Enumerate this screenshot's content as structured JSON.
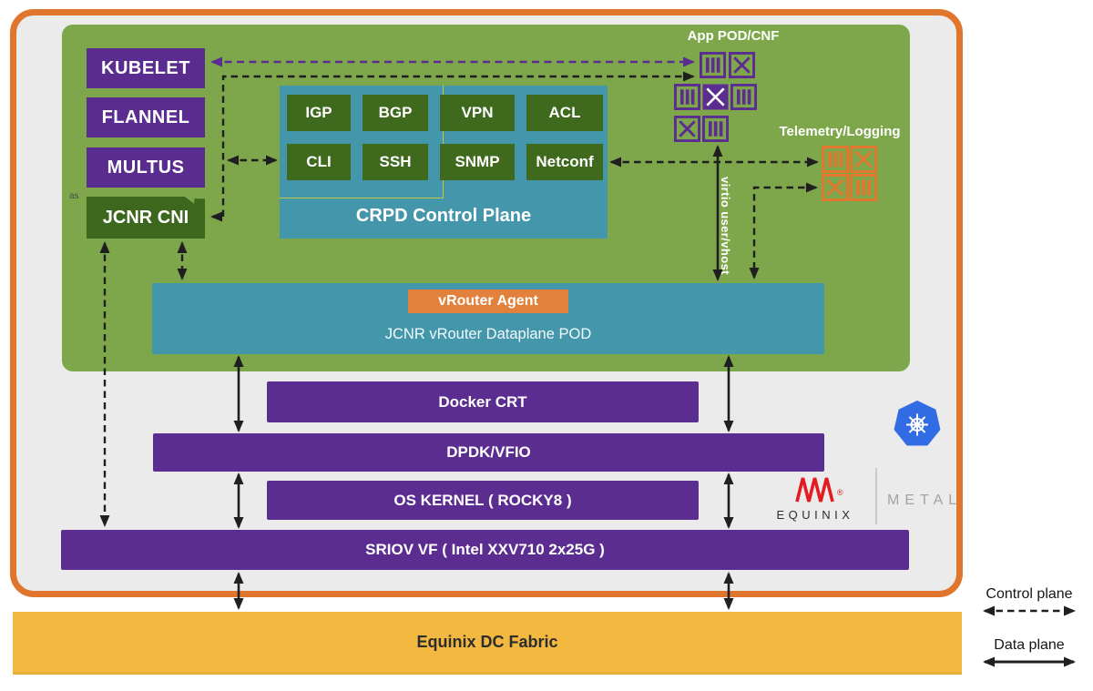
{
  "node": {
    "left_stack": [
      "KUBELET",
      "FLANNEL",
      "MULTUS",
      "JCNR CNI"
    ],
    "as_note": "as",
    "crpd": {
      "title": "CRPD Control Plane",
      "row1": [
        "IGP",
        "BGP",
        "VPN",
        "ACL"
      ],
      "row2": [
        "CLI",
        "SSH",
        "SNMP",
        "Netconf"
      ]
    },
    "app_pod_label": "App POD/CNF",
    "telemetry_label": "Telemetry/Logging",
    "virtio_label": "virtio user/vhost",
    "vrouter": {
      "agent_label": "vRouter Agent",
      "pod_label": "JCNR vRouter Dataplane POD"
    }
  },
  "host": {
    "bars": [
      "Docker CRT",
      "DPDK/VFIO",
      "OS KERNEL ( ROCKY8 )",
      "SRIOV VF ( Intel XXV710 2x25G )"
    ]
  },
  "fabric_label": "Equinix DC Fabric",
  "branding": {
    "equinix": "EQUINIX",
    "registered": "®",
    "metal": "METAL"
  },
  "legend": {
    "control": "Control plane",
    "data": "Data plane"
  },
  "icons": {
    "pod_bars": "container-pod-bars-icon",
    "pod_x": "container-pod-cross-icon",
    "pod_x_filled": "container-pod-cross-filled-icon",
    "kubernetes": "kubernetes-wheel-logo",
    "equinix_mark": "equinix-waveform-logo"
  },
  "colors": {
    "frame_orange": "#e0762e",
    "node_green": "#7ea74b",
    "purple": "#5c2d91",
    "teal": "#4496ab",
    "dark_green": "#3f691c",
    "agent_orange": "#e2813b",
    "telemetry_orange": "#e0772f",
    "fabric_yellow": "#f2b840",
    "k8s_blue": "#326ce5",
    "equinix_red": "#e31b23"
  }
}
